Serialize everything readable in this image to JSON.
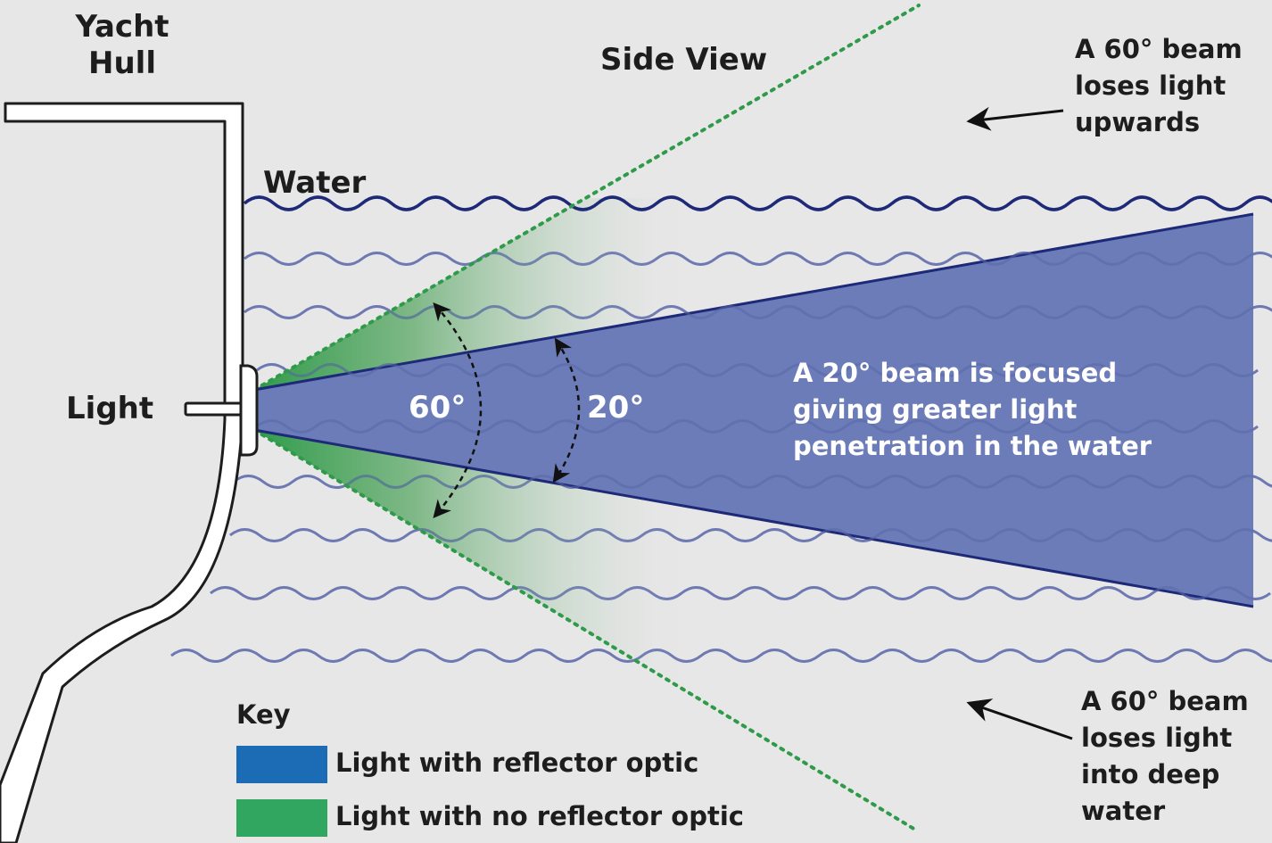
{
  "labels": {
    "hull_line1": "Yacht",
    "hull_line2": "Hull",
    "side_view": "Side View",
    "water": "Water",
    "light": "Light",
    "angle_wide": "60°",
    "angle_narrow": "20°",
    "focused_note": [
      "A 20° beam is focused",
      "giving greater light",
      "penetration in the water"
    ],
    "upward_note": [
      "A 60° beam",
      "loses light",
      "upwards"
    ],
    "deep_note": [
      "A 60° beam",
      "loses light",
      "into deep",
      "water"
    ]
  },
  "key": {
    "title": "Key",
    "items": [
      {
        "label": "Light with reflector optic",
        "color": "#1b6cb4"
      },
      {
        "label": "Light with no reflector optic",
        "color": "#31a660"
      }
    ]
  },
  "colors": {
    "background": "#e8e7e8",
    "narrow_beam_fill": "#6b7cb8",
    "narrow_beam_edge": "#1e2a78",
    "wide_beam_green": "#2f9b4a",
    "wave_surface": "#1e2a78",
    "wave_underwater": "#8790bf"
  }
}
